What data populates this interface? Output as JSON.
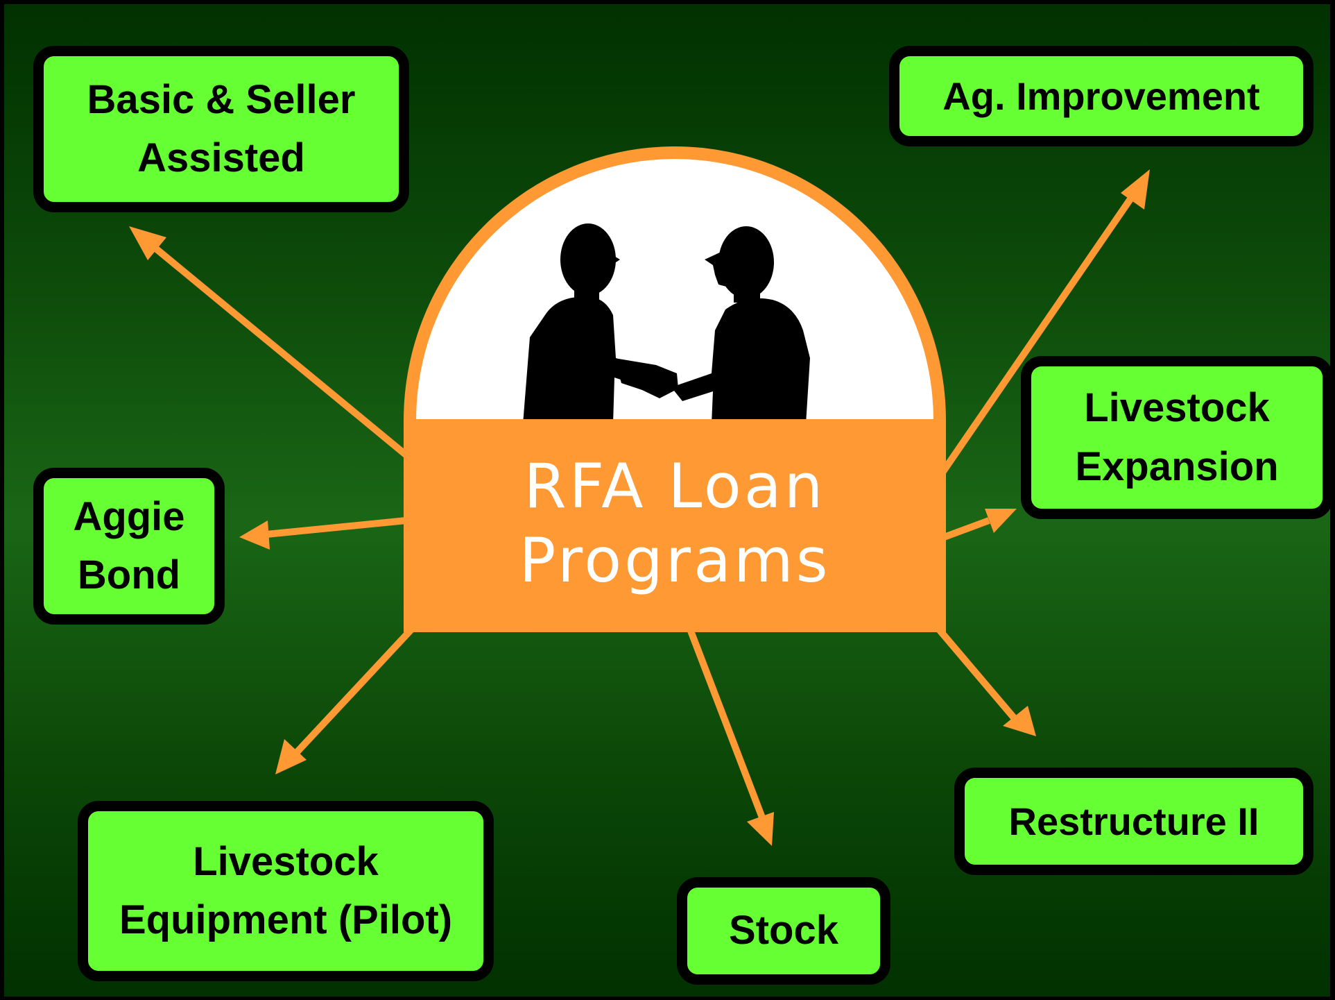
{
  "diagram": {
    "center_label": "RFA Loan\nPrograms",
    "colors": {
      "background": "#0e4d0b",
      "box_fill": "#66ff33",
      "box_border": "#000000",
      "arrow": "#ff9933",
      "center_fill": "#ff9933",
      "center_text": "#ffffff"
    },
    "icon": "handshake-silhouette-icon",
    "programs": [
      {
        "id": "basic-seller-assisted",
        "label": "Basic & Seller\n Assisted"
      },
      {
        "id": "ag-improvement",
        "label": "Ag. Improvement"
      },
      {
        "id": "livestock-expansion",
        "label": "Livestock\nExpansion"
      },
      {
        "id": "aggie-bond",
        "label": "Aggie\nBond"
      },
      {
        "id": "restructure-ii",
        "label": "Restructure II"
      },
      {
        "id": "stock",
        "label": "Stock"
      },
      {
        "id": "livestock-equipment-pilot",
        "label": "Livestock\nEquipment (Pilot)"
      }
    ]
  }
}
